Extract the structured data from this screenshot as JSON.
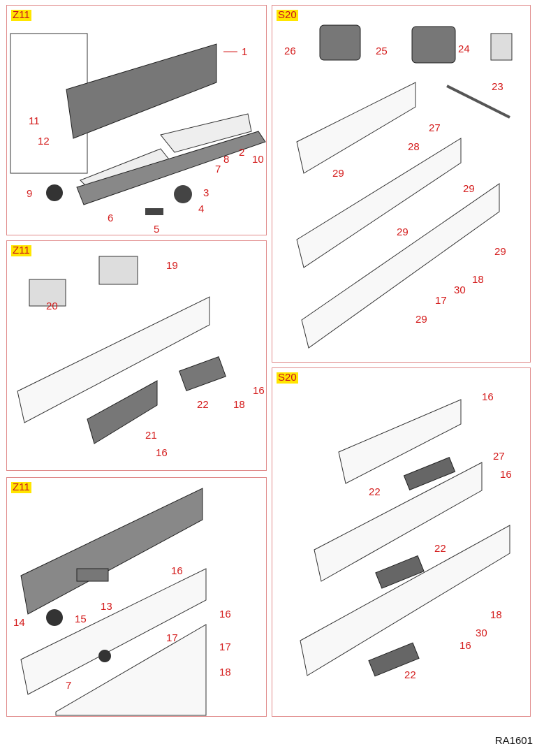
{
  "document_ref": "RA1601",
  "colors": {
    "frame": "#e08a8a",
    "label_text": "#d41c1c",
    "tag_bg": "#ffe600"
  },
  "panels": [
    {
      "id": "p1",
      "tag": "Z11",
      "callouts": [
        "1",
        "2",
        "3",
        "4",
        "5",
        "6",
        "7",
        "8",
        "9",
        "10",
        "11",
        "12"
      ]
    },
    {
      "id": "p2",
      "tag": "S20",
      "callouts": [
        "26",
        "25",
        "24",
        "23",
        "27",
        "28",
        "29",
        "29",
        "29",
        "29",
        "18",
        "30",
        "17",
        "29"
      ]
    },
    {
      "id": "p3",
      "tag": "Z11",
      "callouts": [
        "19",
        "20",
        "22",
        "18",
        "16",
        "21",
        "16"
      ]
    },
    {
      "id": "p4",
      "tag": "S20",
      "callouts": [
        "16",
        "27",
        "16",
        "22",
        "22",
        "18",
        "30",
        "16",
        "22"
      ]
    },
    {
      "id": "p5",
      "tag": "Z11",
      "callouts": [
        "16",
        "13",
        "14",
        "15",
        "17",
        "7",
        "16",
        "17",
        "18"
      ]
    }
  ]
}
